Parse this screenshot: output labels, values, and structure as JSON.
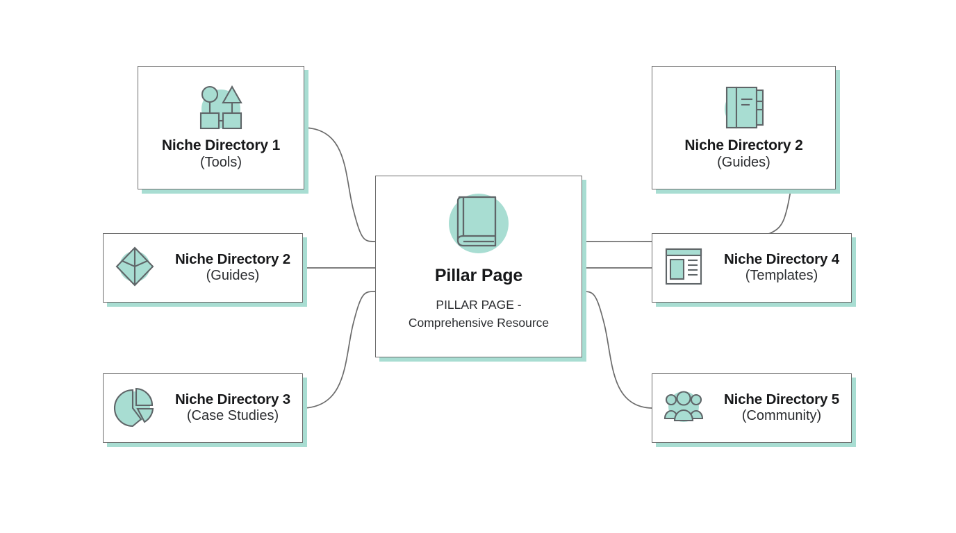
{
  "diagram": {
    "type": "hub-and-spoke",
    "accent_color": "#a8ddd2",
    "border_color": "#6b6b6b",
    "background_color": "#ffffff",
    "edge_color": "#6b6b6b"
  },
  "center": {
    "title": "Pillar Page",
    "description": "PILLAR PAGE -\nComprehensive Resource",
    "icon": "book-icon"
  },
  "nodes": [
    {
      "id": "tl",
      "title": "Niche Directory 1",
      "subtitle": "(Tools)",
      "icon": "shapes-diagram-icon"
    },
    {
      "id": "tr",
      "title": "Niche Directory 2",
      "subtitle": "(Guides)",
      "icon": "notebook-icon"
    },
    {
      "id": "ml",
      "title": "Niche Directory 2",
      "subtitle": "(Guides)",
      "icon": "gem-diamond-icon"
    },
    {
      "id": "mr",
      "title": "Niche Directory 4",
      "subtitle": "(Templates)",
      "icon": "page-layout-icon"
    },
    {
      "id": "bl",
      "title": "Niche Directory 3",
      "subtitle": "(Case Studies)",
      "icon": "pie-chart-icon"
    },
    {
      "id": "br",
      "title": "Niche Directory 5",
      "subtitle": "(Community)",
      "icon": "people-group-icon"
    }
  ]
}
